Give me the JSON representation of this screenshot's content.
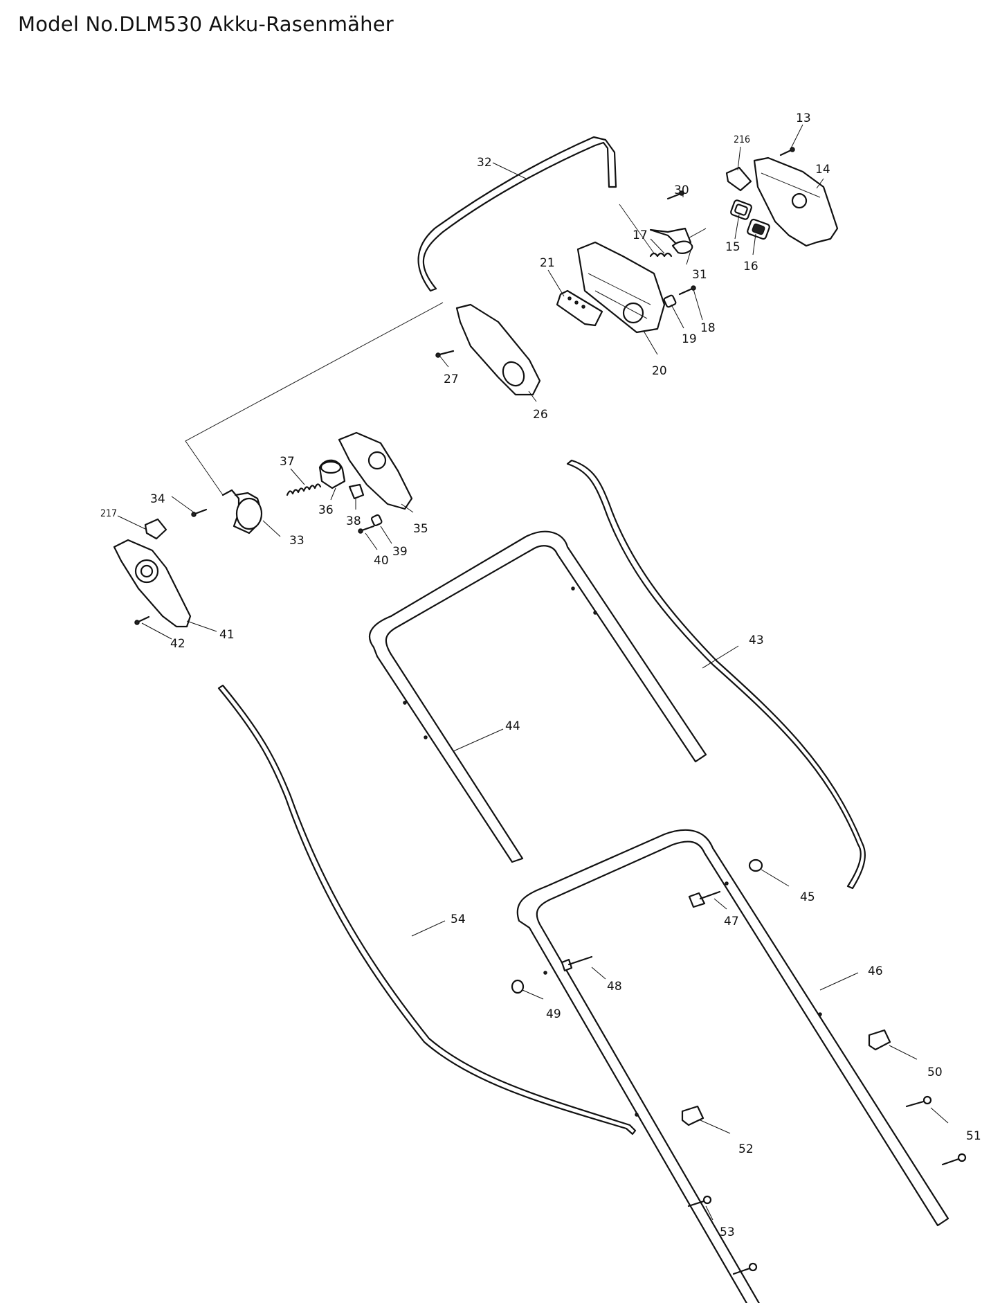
{
  "title": "Model No.DLM530 Akku-Rasenmäher",
  "parts": [
    {
      "id": "p13",
      "label": "13"
    },
    {
      "id": "p216",
      "label": "216"
    },
    {
      "id": "p14",
      "label": "14"
    },
    {
      "id": "p30",
      "label": "30"
    },
    {
      "id": "p32",
      "label": "32"
    },
    {
      "id": "p17",
      "label": "17"
    },
    {
      "id": "p15",
      "label": "15"
    },
    {
      "id": "p16",
      "label": "16"
    },
    {
      "id": "p31",
      "label": "31"
    },
    {
      "id": "p21",
      "label": "21"
    },
    {
      "id": "p18",
      "label": "18"
    },
    {
      "id": "p19",
      "label": "19"
    },
    {
      "id": "p20",
      "label": "20"
    },
    {
      "id": "p27",
      "label": "27"
    },
    {
      "id": "p26",
      "label": "26"
    },
    {
      "id": "p37",
      "label": "37"
    },
    {
      "id": "p34",
      "label": "34"
    },
    {
      "id": "p36",
      "label": "36"
    },
    {
      "id": "p217",
      "label": "217"
    },
    {
      "id": "p38",
      "label": "38"
    },
    {
      "id": "p35",
      "label": "35"
    },
    {
      "id": "p33",
      "label": "33"
    },
    {
      "id": "p39",
      "label": "39"
    },
    {
      "id": "p40",
      "label": "40"
    },
    {
      "id": "p41",
      "label": "41"
    },
    {
      "id": "p42",
      "label": "42"
    },
    {
      "id": "p43",
      "label": "43"
    },
    {
      "id": "p44",
      "label": "44"
    },
    {
      "id": "p45",
      "label": "45"
    },
    {
      "id": "p47",
      "label": "47"
    },
    {
      "id": "p54",
      "label": "54"
    },
    {
      "id": "p46",
      "label": "46"
    },
    {
      "id": "p48",
      "label": "48"
    },
    {
      "id": "p49",
      "label": "49"
    },
    {
      "id": "p50",
      "label": "50"
    },
    {
      "id": "p51",
      "label": "51"
    },
    {
      "id": "p52",
      "label": "52"
    },
    {
      "id": "p53",
      "label": "53"
    }
  ]
}
